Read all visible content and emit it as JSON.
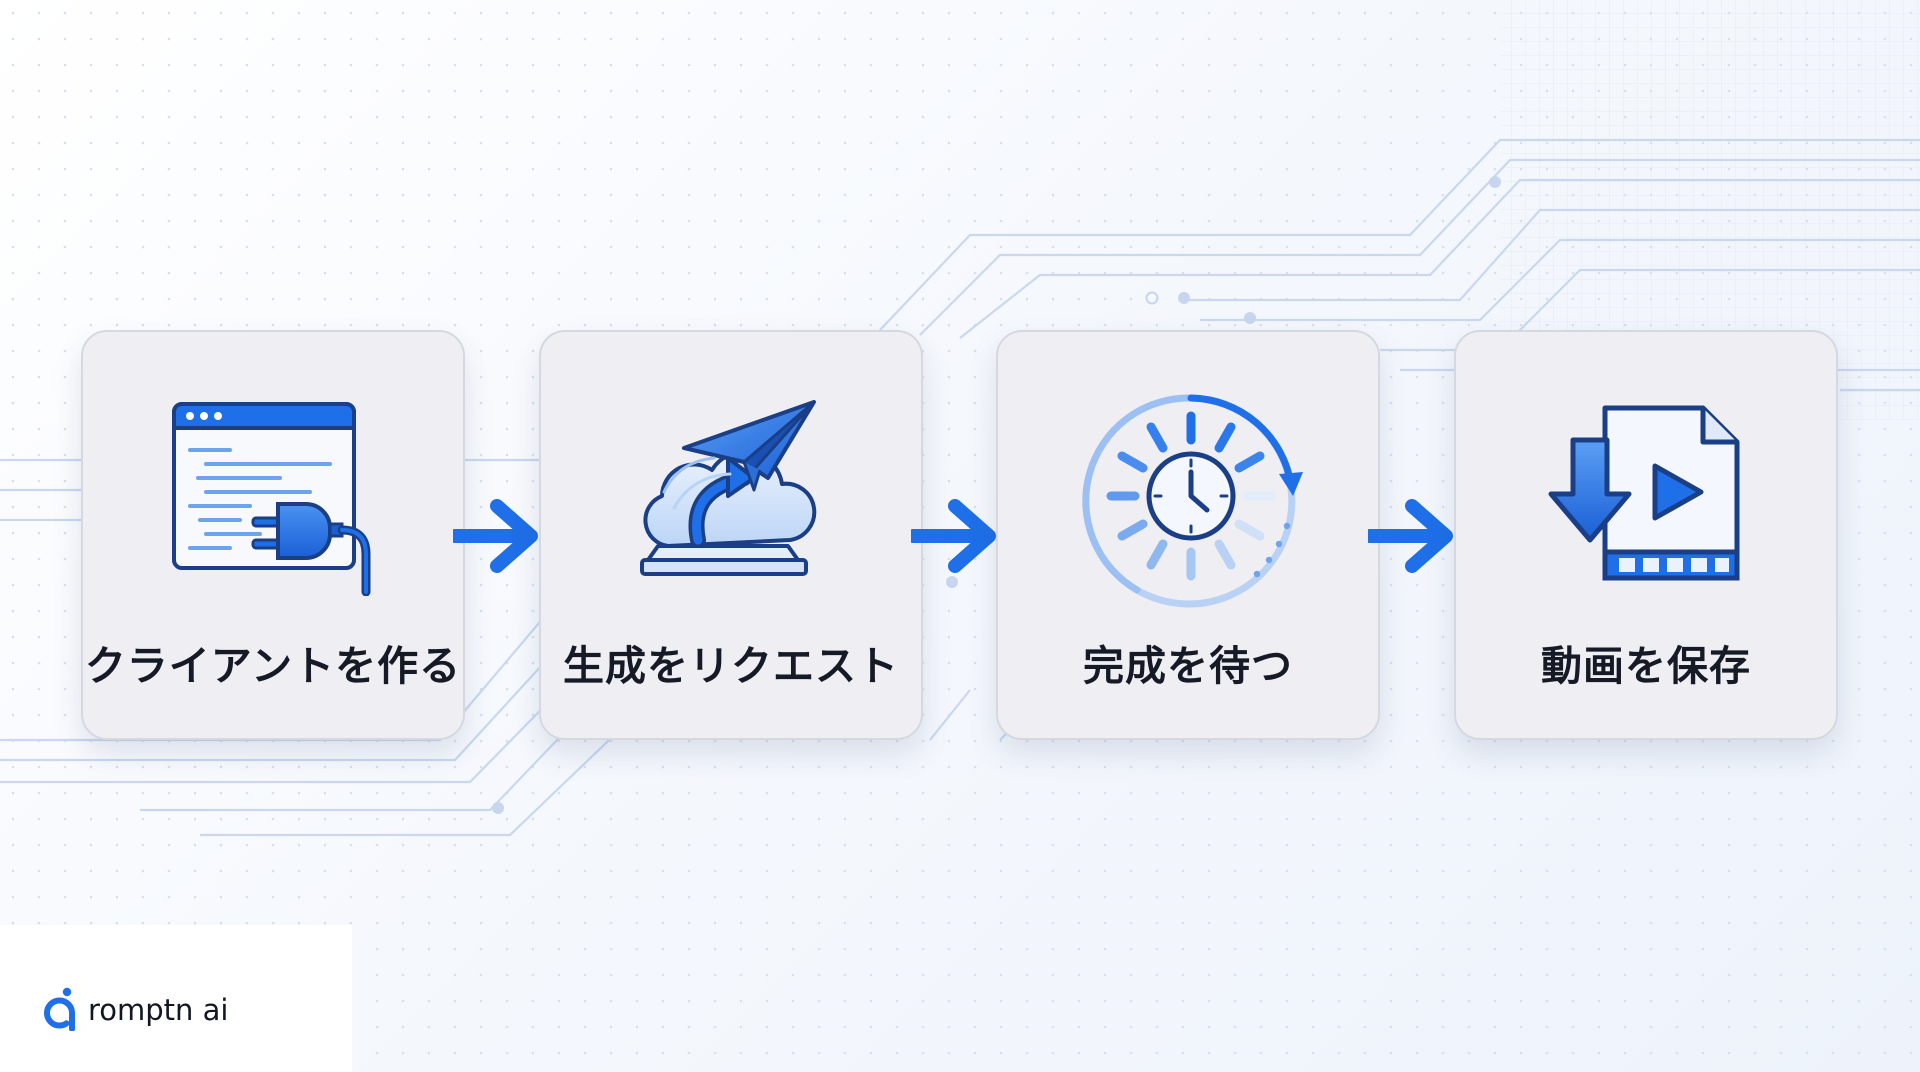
{
  "steps": [
    {
      "label": "クライアントを作る",
      "icon": "plug-in-window-icon"
    },
    {
      "label": "生成をリクエスト",
      "icon": "paper-plane-cloud-icon"
    },
    {
      "label": "完成を待つ",
      "icon": "clock-loading-icon"
    },
    {
      "label": "動画を保存",
      "icon": "download-video-file-icon"
    }
  ],
  "logo": {
    "name": "romptn ai"
  },
  "colors": {
    "accent": "#1e6fe8",
    "accent_dark": "#1a3f86",
    "accent_light": "#a9c9f4",
    "card_bg": "#efeff3",
    "card_border": "#d5d8e0",
    "text": "#151a26",
    "circuit": "#c9d8ef"
  }
}
